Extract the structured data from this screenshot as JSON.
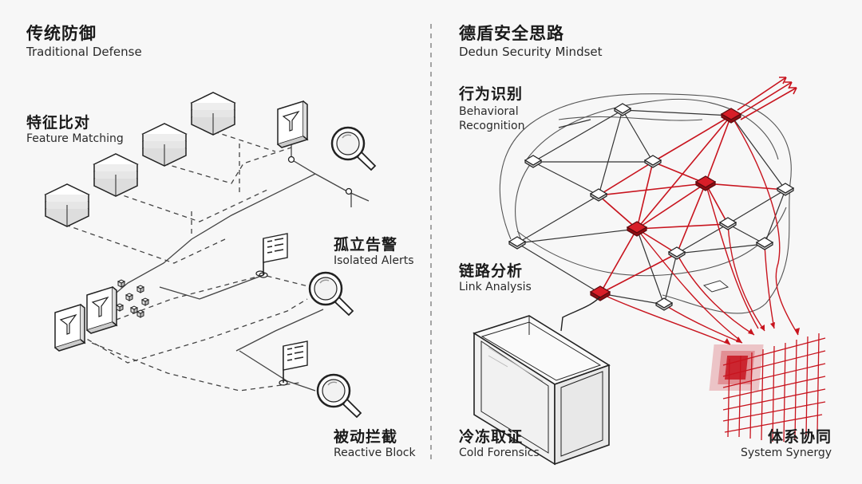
{
  "left": {
    "title_zh": "传统防御",
    "title_en": "Traditional Defense",
    "labels": [
      {
        "id": "feature-matching",
        "zh": "特征比对",
        "en": "Feature Matching"
      },
      {
        "id": "isolated-alerts",
        "zh": "孤立告警",
        "en": "Isolated Alerts"
      },
      {
        "id": "reactive-block",
        "zh": "被动拦截",
        "en": "Reactive Block"
      }
    ]
  },
  "right": {
    "title_zh": "德盾安全思路",
    "title_en": "Dedun Security Mindset",
    "labels": [
      {
        "id": "behavioral-recognition",
        "zh": "行为识别",
        "en": "Behavioral",
        "en2": "Recognition"
      },
      {
        "id": "link-analysis",
        "zh": "链路分析",
        "en": "Link Analysis"
      },
      {
        "id": "cold-forensics",
        "zh": "冷冻取证",
        "en": "Cold Forensics"
      },
      {
        "id": "system-synergy",
        "zh": "体系协同",
        "en": "System Synergy"
      }
    ]
  },
  "colors": {
    "ink": "#222222",
    "accent": "#c8141e",
    "background": "#f7f7f7"
  },
  "icons": [
    "database-stack-icon",
    "filter-icon",
    "magnifier-icon",
    "flag-icon",
    "cube-icon",
    "node-icon",
    "grid-icon",
    "glass-box-icon"
  ]
}
